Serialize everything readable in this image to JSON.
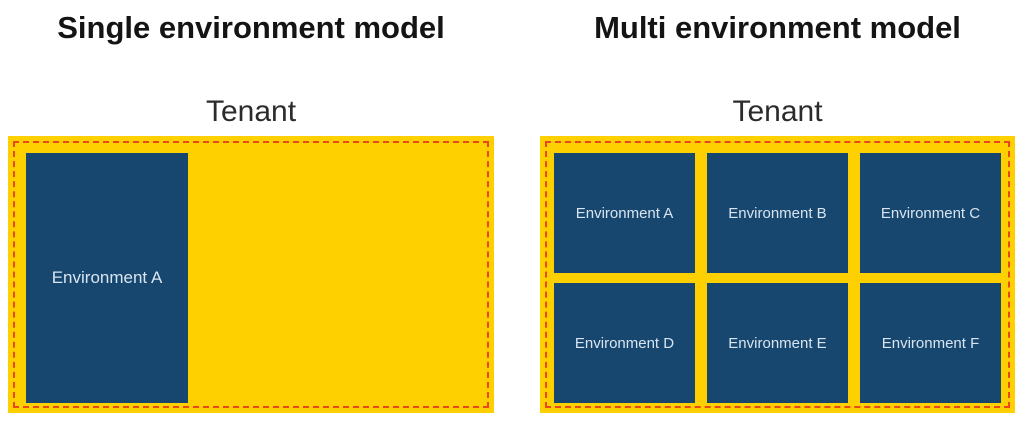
{
  "colors": {
    "background": "#ffffff",
    "tenant_fill": "#FFD000",
    "tenant_dashed_border": "#E8481B",
    "environment_fill": "#17466F",
    "environment_text": "#D8E5F1",
    "title_text": "#141414",
    "tenant_label_text": "#2b2b2b"
  },
  "panels": {
    "single": {
      "title": "Single environment model",
      "tenant_label": "Tenant",
      "environments": [
        "Environment A"
      ]
    },
    "multi": {
      "title": "Multi environment model",
      "tenant_label": "Tenant",
      "environments": [
        "Environment A",
        "Environment B",
        "Environment C",
        "Environment D",
        "Environment E",
        "Environment F"
      ]
    }
  }
}
